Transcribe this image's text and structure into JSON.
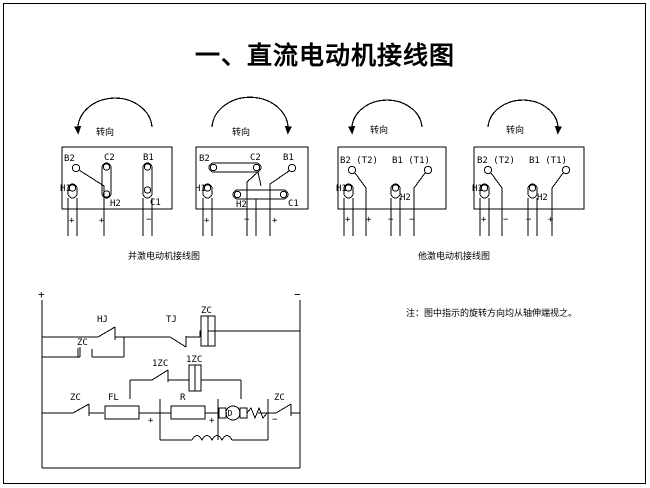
{
  "document": {
    "title": "一、直流电动机接线图",
    "note": "注：图中指示的旋转方向均从轴伸端视之。"
  },
  "captions": {
    "shunt": "并激电动机接线图",
    "separately_excited": "他激电动机接线图"
  },
  "rotation_label": "转向",
  "terminal_boxes": [
    {
      "id": "shunt-cw",
      "group": "shunt",
      "rotation_arrow": "counter-clockwise",
      "terminals_top": [
        "B2",
        "C2",
        "B1"
      ],
      "terminals_bottom": [
        "H1",
        "H2",
        "C1"
      ],
      "polarity": [
        "+",
        "+",
        "−"
      ]
    },
    {
      "id": "shunt-ccw",
      "group": "shunt",
      "rotation_arrow": "clockwise",
      "terminals_top": [
        "B2",
        "C2",
        "B1"
      ],
      "terminals_bottom": [
        "H1",
        "H2",
        "C1"
      ],
      "polarity": [
        "+",
        "−",
        "+"
      ]
    },
    {
      "id": "sep-cw",
      "group": "separately_excited",
      "rotation_arrow": "counter-clockwise",
      "terminals_top": [
        "B2 (T2)",
        "B1 (T1)"
      ],
      "terminals_bottom": [
        "H1",
        "H2"
      ],
      "polarity": [
        "+",
        "+",
        "−",
        "−"
      ]
    },
    {
      "id": "sep-ccw",
      "group": "separately_excited",
      "rotation_arrow": "clockwise",
      "terminals_top": [
        "B2 (T2)",
        "B1 (T1)"
      ],
      "terminals_bottom": [
        "H1",
        "H2"
      ],
      "polarity": [
        "+",
        "−",
        "−",
        "+"
      ]
    }
  ],
  "ladder": {
    "rail_positive": "+",
    "rail_negative": "−",
    "rung1": {
      "contact_hj": "HJ",
      "contact_zc": "ZC",
      "contact_tj": "TJ",
      "coil_zc": "ZC"
    },
    "rung2": {
      "contact_1zc": "1ZC",
      "coil_1zc": "1ZC"
    },
    "rung3": {
      "contact_zc_left": "ZC",
      "fuse_fl": "FL",
      "resistor_r": "R",
      "motor": "D",
      "contact_zc_right": "ZC",
      "polarity_left": "+",
      "polarity_mid": "+",
      "polarity_right": "−"
    }
  }
}
